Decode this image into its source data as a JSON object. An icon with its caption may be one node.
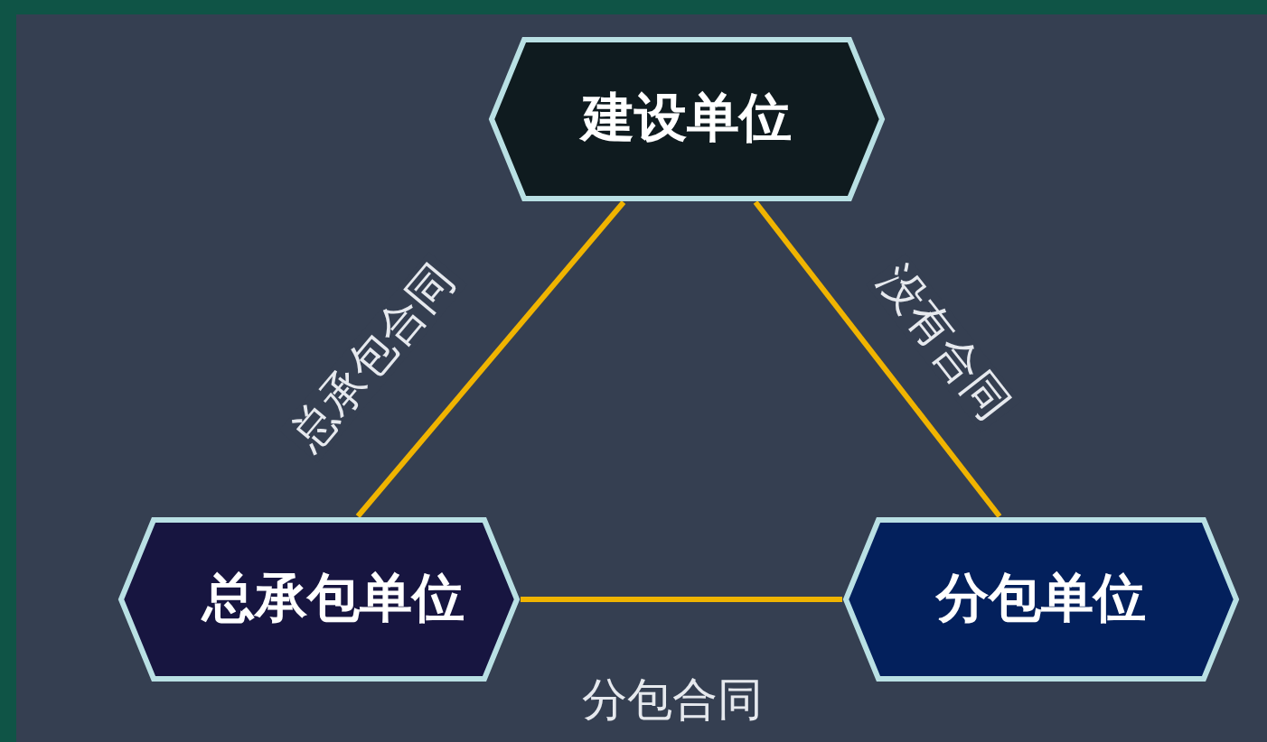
{
  "diagram": {
    "nodes": [
      {
        "text": [
          "建设单位"
        ]
      },
      {
        "text": [
          "总承包单位"
        ]
      },
      {
        "text": [
          "分包单位"
        ]
      }
    ],
    "edges": [
      {
        "from": 0,
        "to": 1,
        "arrow": "none",
        "label": "总承包合同"
      },
      {
        "from": 0,
        "to": 2,
        "arrow": "none",
        "label": "没有合同"
      },
      {
        "from": 1,
        "to": 2,
        "arrow": "none",
        "label": "分包合同"
      }
    ]
  }
}
